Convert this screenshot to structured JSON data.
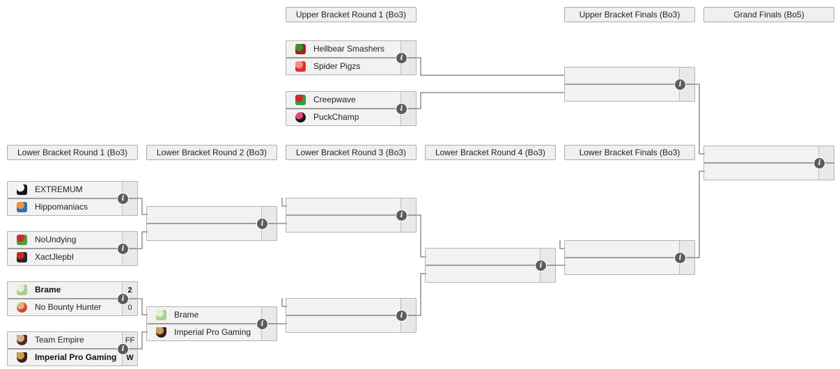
{
  "ui": {
    "info_glyph": "i"
  },
  "colors": {
    "accent_border": "#b3b3b3",
    "box_bg": "#f2f2f2",
    "score_bg": "#e9e9e9",
    "connector": "#a9a9a9",
    "info_icon_bg": "#5c5c5c"
  },
  "headers": {
    "ub_r1": "Upper Bracket Round 1 (Bo3)",
    "ub_finals": "Upper Bracket Finals (Bo3)",
    "grand_finals": "Grand Finals (Bo5)",
    "lb_r1": "Lower Bracket Round 1 (Bo3)",
    "lb_r2": "Lower Bracket Round 2 (Bo3)",
    "lb_r3": "Lower Bracket Round 3 (Bo3)",
    "lb_r4": "Lower Bracket Round 4 (Bo3)",
    "lb_finals": "Lower Bracket Finals (Bo3)"
  },
  "matches": {
    "ub_r1_m1": {
      "top": {
        "name": "Hellbear Smashers",
        "score": "",
        "winner": false,
        "logo": {
          "c1": "#a32222",
          "c2": "#3f8f2e",
          "shape": "round"
        }
      },
      "bottom": {
        "name": "Spider Pigzs",
        "score": "",
        "winner": false,
        "logo": {
          "c1": "#e03131",
          "c2": "#ff8787",
          "shape": "round"
        }
      }
    },
    "ub_r1_m2": {
      "top": {
        "name": "Creepwave",
        "score": "",
        "winner": false,
        "logo": {
          "c1": "#2f9e44",
          "c2": "#c92a2a",
          "shape": "round"
        }
      },
      "bottom": {
        "name": "PuckChamp",
        "score": "",
        "winner": false,
        "logo": {
          "c1": "#151515",
          "c2": "#e64980",
          "shape": "circle"
        }
      }
    },
    "ub_finals": {
      "top": {
        "name": "",
        "score": "",
        "winner": false,
        "logo": null
      },
      "bottom": {
        "name": "",
        "score": "",
        "winner": false,
        "logo": null
      }
    },
    "grand_finals": {
      "top": {
        "name": "",
        "score": "",
        "winner": false,
        "logo": null
      },
      "bottom": {
        "name": "",
        "score": "",
        "winner": false,
        "logo": null
      }
    },
    "lb_r1_m1": {
      "top": {
        "name": "EXTREMUM",
        "score": "",
        "winner": false,
        "logo": {
          "c1": "#141414",
          "c2": "#f5f5f5",
          "shape": "square"
        }
      },
      "bottom": {
        "name": "Hippomaniacs",
        "score": "",
        "winner": false,
        "logo": {
          "c1": "#2a6fc2",
          "c2": "#f0962e",
          "shape": "round"
        }
      }
    },
    "lb_r1_m2": {
      "top": {
        "name": "NoUndying",
        "score": "",
        "winner": false,
        "logo": {
          "c1": "#4f9e35",
          "c2": "#cc2b2b",
          "shape": "round"
        }
      },
      "bottom": {
        "name": "XactJlepbI",
        "score": "",
        "winner": false,
        "logo": {
          "c1": "#262626",
          "c2": "#c92a2a",
          "shape": "round"
        }
      }
    },
    "lb_r1_m3": {
      "top": {
        "name": "Brame",
        "score": "2",
        "winner": true,
        "logo": {
          "c1": "#a9d08e",
          "c2": "#e2efda",
          "shape": "round"
        }
      },
      "bottom": {
        "name": "No Bounty Hunter",
        "score": "0",
        "winner": false,
        "logo": {
          "c1": "#d64533",
          "c2": "#dfb27c",
          "shape": "circle"
        }
      }
    },
    "lb_r1_m4": {
      "top": {
        "name": "Team Empire",
        "score": "FF",
        "winner": false,
        "logo": {
          "c1": "#5c2121",
          "c2": "#d2b48c",
          "shape": "shield"
        }
      },
      "bottom": {
        "name": "Imperial Pro Gaming",
        "score": "W",
        "winner": true,
        "logo": {
          "c1": "#3b1d1d",
          "c2": "#c9a24b",
          "shape": "shield"
        }
      }
    },
    "lb_r2_m1": {
      "top": {
        "name": "",
        "score": "",
        "winner": false,
        "logo": null
      },
      "bottom": {
        "name": "",
        "score": "",
        "winner": false,
        "logo": null
      }
    },
    "lb_r2_m2": {
      "top": {
        "name": "Brame",
        "score": "",
        "winner": false,
        "logo": {
          "c1": "#a9d08e",
          "c2": "#e2efda",
          "shape": "round"
        }
      },
      "bottom": {
        "name": "Imperial Pro Gaming",
        "score": "",
        "winner": false,
        "logo": {
          "c1": "#3b1d1d",
          "c2": "#c9a24b",
          "shape": "shield"
        }
      }
    },
    "lb_r3_m1": {
      "top": {
        "name": "",
        "score": "",
        "winner": false,
        "logo": null
      },
      "bottom": {
        "name": "",
        "score": "",
        "winner": false,
        "logo": null
      }
    },
    "lb_r3_m2": {
      "top": {
        "name": "",
        "score": "",
        "winner": false,
        "logo": null
      },
      "bottom": {
        "name": "",
        "score": "",
        "winner": false,
        "logo": null
      }
    },
    "lb_r4_m1": {
      "top": {
        "name": "",
        "score": "",
        "winner": false,
        "logo": null
      },
      "bottom": {
        "name": "",
        "score": "",
        "winner": false,
        "logo": null
      }
    },
    "lb_finals": {
      "top": {
        "name": "",
        "score": "",
        "winner": false,
        "logo": null
      },
      "bottom": {
        "name": "",
        "score": "",
        "winner": false,
        "logo": null
      }
    }
  }
}
